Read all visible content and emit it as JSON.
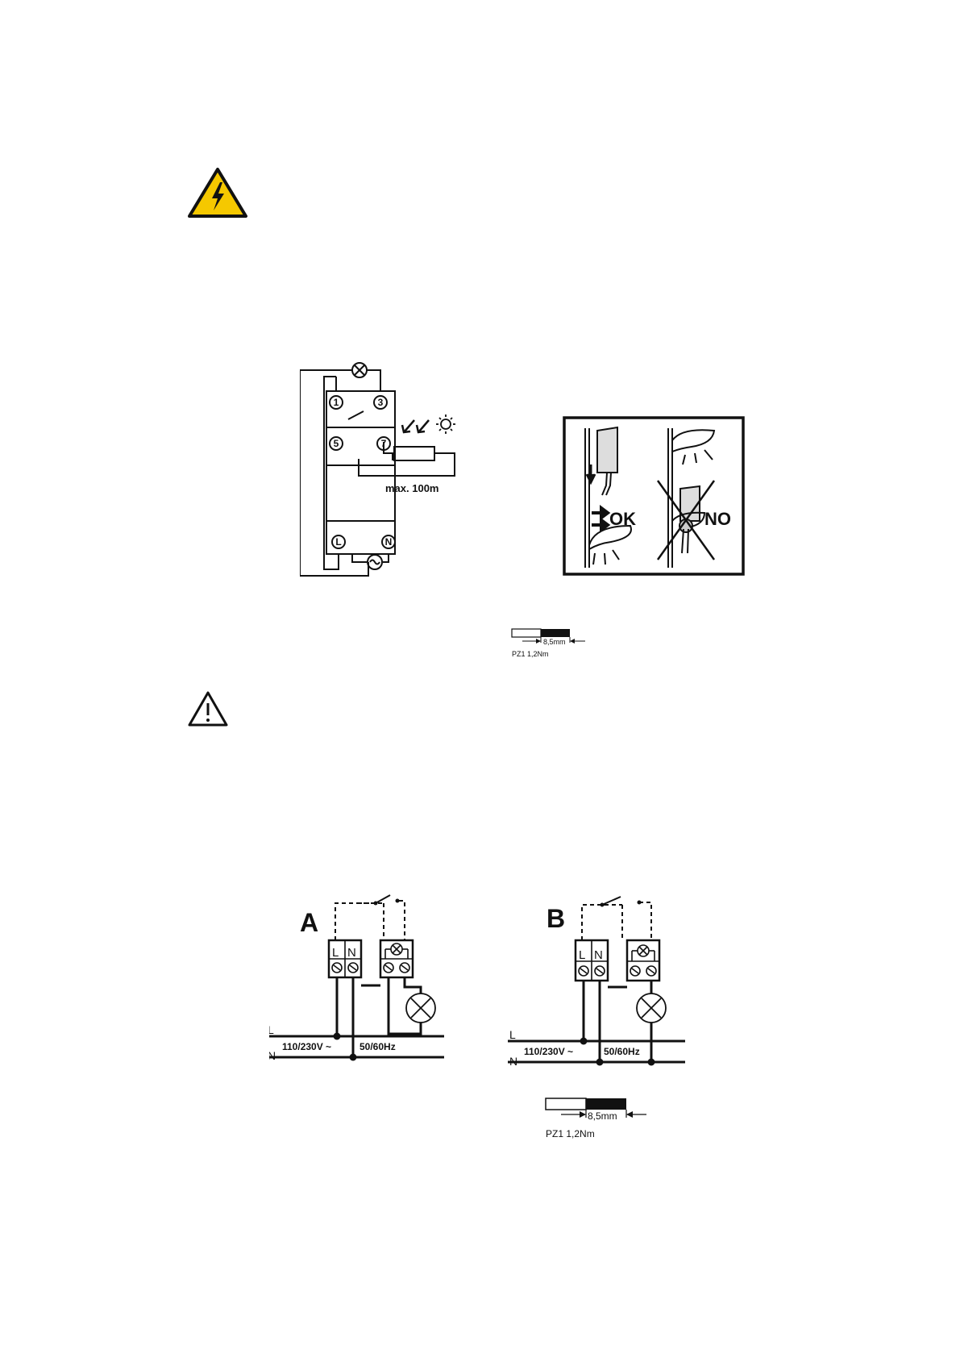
{
  "diagram_top": {
    "terminals": [
      "1",
      "3",
      "5",
      "7",
      "L",
      "N"
    ],
    "cable_length_label": "max. 100m"
  },
  "mounting": {
    "ok_label": "OK",
    "no_label": "NO"
  },
  "strip_small": {
    "length_label": "8,5mm",
    "screw_label": "PZ1 1,2Nm"
  },
  "diagram_a": {
    "title": "A",
    "terminal_l": "L",
    "terminal_n": "N",
    "line_l": "L",
    "line_n": "N",
    "voltage_label": "110/230V ~",
    "frequency_label": "50/60Hz"
  },
  "diagram_b": {
    "title": "B",
    "terminal_l": "L",
    "terminal_n": "N",
    "line_l": "L",
    "line_n": "N",
    "voltage_label": "110/230V ~",
    "frequency_label": "50/60Hz"
  },
  "strip_large": {
    "length_label": "8,5mm",
    "screw_label": "PZ1 1,2Nm"
  },
  "colors": {
    "warning_yellow": "#f5c800",
    "ink": "#111111"
  },
  "icons": [
    "high-voltage-warning-icon",
    "caution-warning-icon",
    "lamp-icon",
    "light-sensor-icon",
    "sun-icon"
  ]
}
